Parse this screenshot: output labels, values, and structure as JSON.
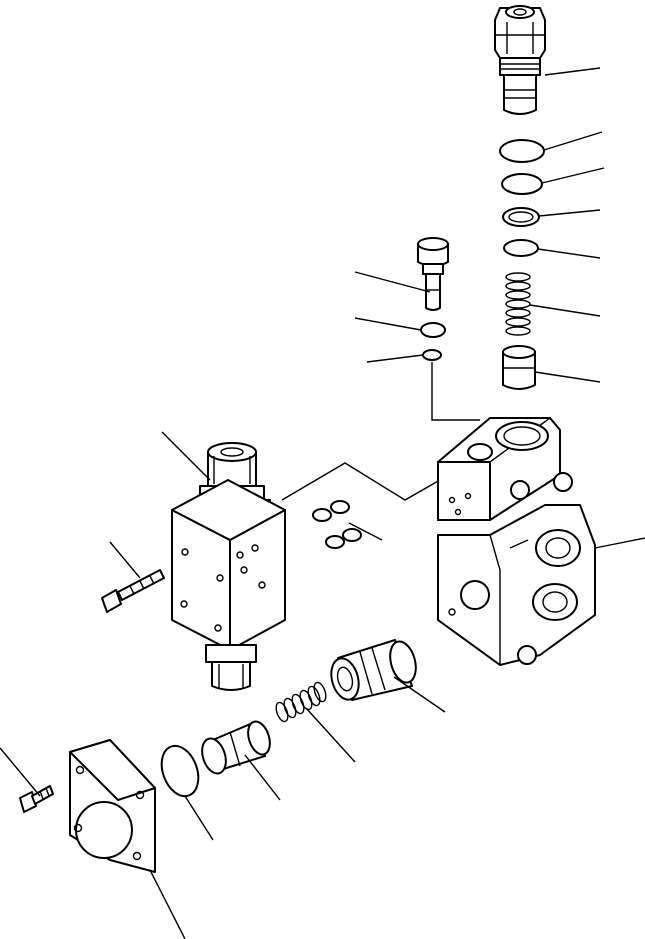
{
  "diagram": {
    "type": "exploded-parts-view",
    "parts": [
      {
        "name": "relief-valve-cartridge"
      },
      {
        "name": "o-ring-large"
      },
      {
        "name": "o-ring-medium"
      },
      {
        "name": "backup-ring"
      },
      {
        "name": "o-ring-small"
      },
      {
        "name": "spring-relief"
      },
      {
        "name": "poppet"
      },
      {
        "name": "plug-bolt"
      },
      {
        "name": "plug-o-ring"
      },
      {
        "name": "small-o-ring"
      },
      {
        "name": "valve-body"
      },
      {
        "name": "solenoid-valve-block"
      },
      {
        "name": "mounting-bolt"
      },
      {
        "name": "o-ring-pair"
      },
      {
        "name": "spool-sleeve"
      },
      {
        "name": "spring-spool"
      },
      {
        "name": "piston"
      },
      {
        "name": "cover-o-ring"
      },
      {
        "name": "end-cover"
      },
      {
        "name": "cover-bolt"
      }
    ]
  }
}
